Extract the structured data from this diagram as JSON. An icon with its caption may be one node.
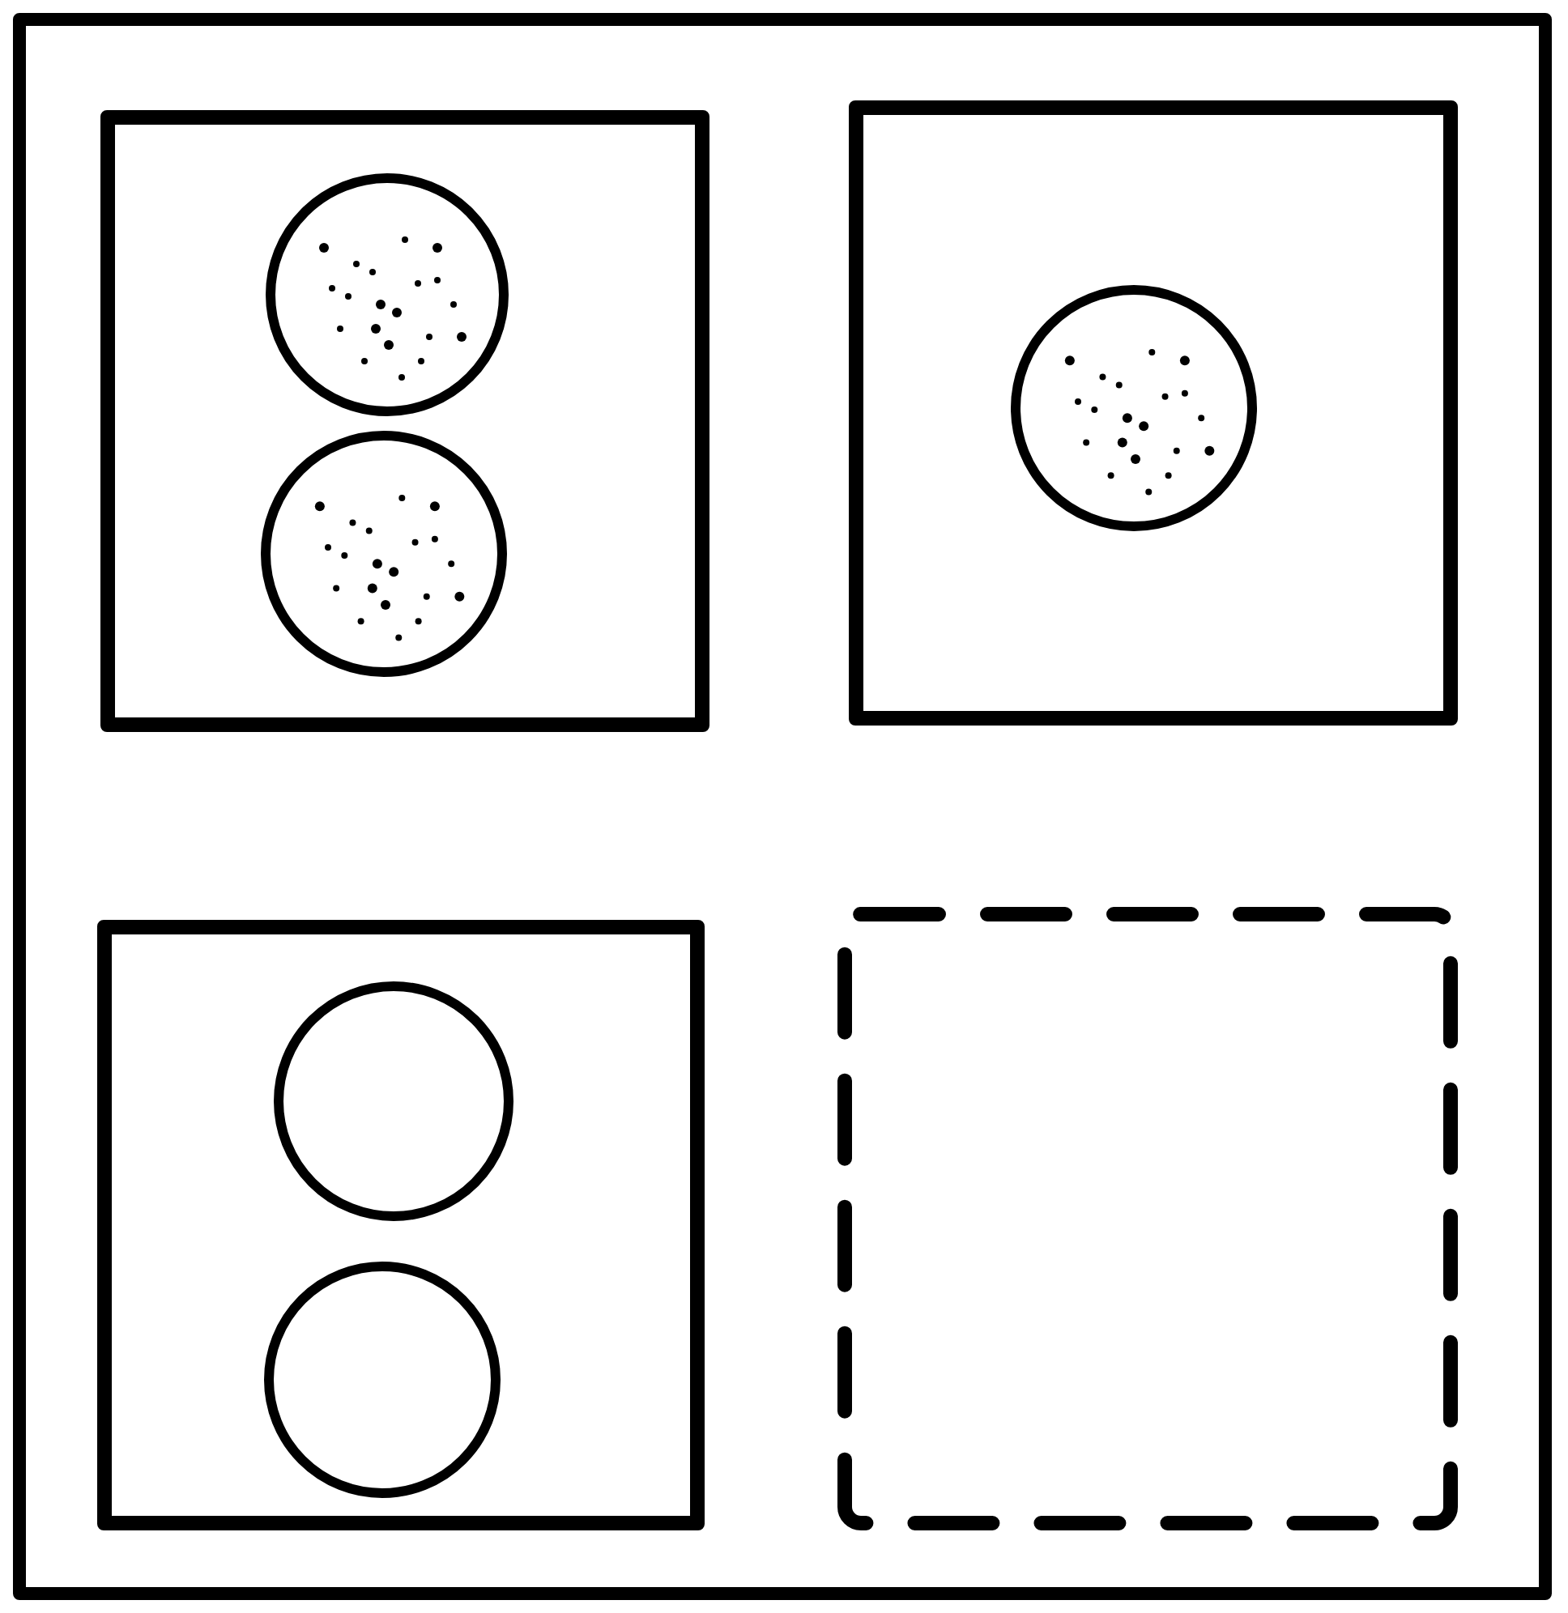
{
  "diagram": {
    "nodes": [
      {
        "text": [],
        "shape": "box"
      },
      {
        "text": [],
        "shape": "box",
        "in": 0
      },
      {
        "text": [],
        "shape": "box",
        "in": 0
      },
      {
        "text": [],
        "shape": "box",
        "in": 0
      },
      {
        "text": [],
        "shape": "box",
        "in": 0
      },
      {
        "text": [],
        "shape": "circle",
        "in": 1
      },
      {
        "text": [],
        "shape": "circle",
        "in": 1
      },
      {
        "text": [],
        "shape": "circle",
        "in": 2
      },
      {
        "text": [],
        "shape": "circle",
        "in": 3
      },
      {
        "text": [],
        "shape": "circle",
        "in": 3
      }
    ]
  }
}
